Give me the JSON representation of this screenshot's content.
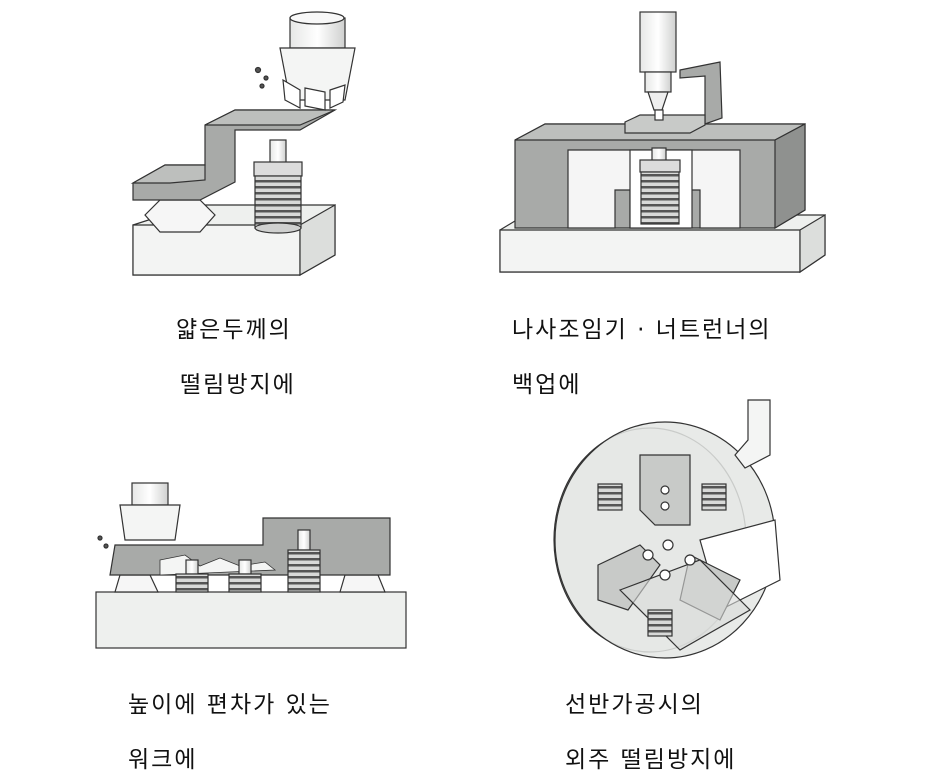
{
  "captions": {
    "p1": {
      "line1": "얇은두께의",
      "line2": "떨림방지에"
    },
    "p2": {
      "line1": "나사조임기 · 너트런너의",
      "line2": "백업에"
    },
    "p3": {
      "line1": "높이에 편차가 있는",
      "line2": "워크에"
    },
    "p4": {
      "line1": "선반가공시의",
      "line2": "외주 떨림방지에"
    }
  },
  "colors": {
    "base": "#eef0ee",
    "work": "#a8aaa8",
    "outline": "#333333",
    "tool": "#f4f5f4",
    "spring": "#777777"
  }
}
